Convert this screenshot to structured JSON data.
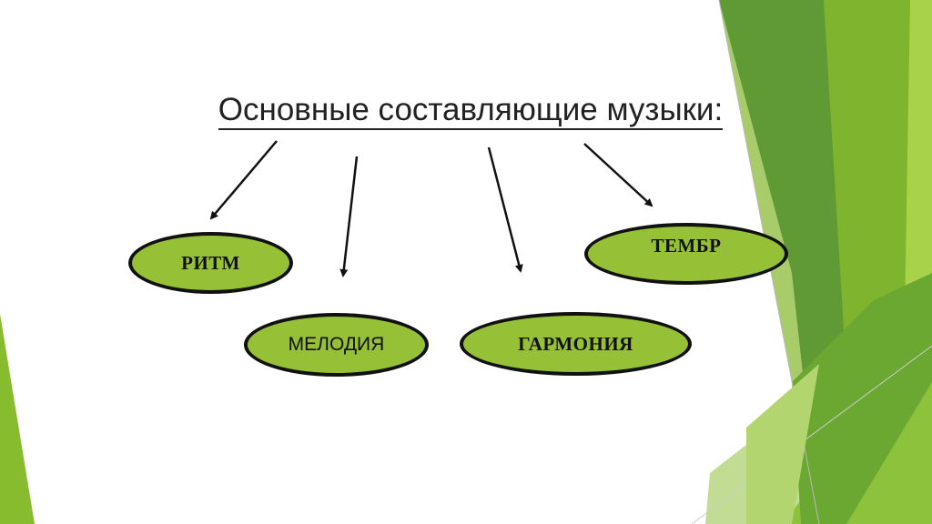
{
  "title": "Основные составляющие музыки:",
  "nodes": {
    "rhythm": "РИТМ",
    "melody": "МЕЛОДИЯ",
    "harmony": "ГАРМОНИЯ",
    "timbre": "ТЕМБР"
  },
  "colors": {
    "node_fill": "#96c036",
    "node_border": "#111111",
    "accent_light": "#a8d24a",
    "accent_mid": "#7fb52e",
    "accent_dark": "#4e8a27",
    "accent_pale": "#c7dfa0"
  }
}
